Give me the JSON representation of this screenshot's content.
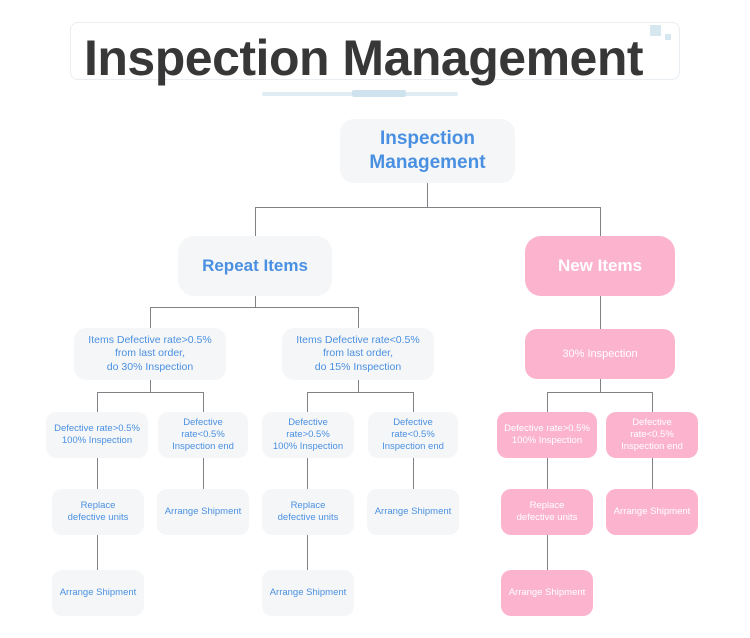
{
  "header": {
    "title": "Inspection Management",
    "decor": {
      "square_large": "decorative-square",
      "square_small": "decorative-square",
      "underline": "underline-accent"
    },
    "accent_color": "#d7e7f0"
  },
  "theme": {
    "gray_node_bg": "#f5f6f7",
    "gray_node_text": "#4a90e2",
    "pink_node_bg": "#fcb4ce",
    "pink_node_text": "#ffffff",
    "connector_color": "#808285",
    "title_color": "#373737"
  },
  "diagram": {
    "root": {
      "label": "Inspection\nManagement",
      "line1": "Inspection",
      "line2": "Management",
      "style": "gray"
    },
    "branches": [
      {
        "id": "repeat-items",
        "label": "Repeat Items",
        "style": "gray",
        "children": [
          {
            "id": "repeat-high-defect",
            "line1": "Items Defective rate>0.5%",
            "line2": "from last order,",
            "line3": "do 30% Inspection",
            "style": "gray",
            "children": [
              {
                "id": "repeat-high-over",
                "line1": "Defective rate>0.5%",
                "line2": "100% Inspection",
                "style": "gray",
                "children": [
                  {
                    "id": "repeat-high-replace",
                    "line1": "Replace",
                    "line2": "defective units",
                    "style": "gray",
                    "children": [
                      {
                        "id": "repeat-high-ship",
                        "line1": "Arrange Shipment",
                        "line2": "",
                        "style": "gray"
                      }
                    ]
                  }
                ]
              },
              {
                "id": "repeat-high-under",
                "line1": "Defective rate<0.5%",
                "line2": "Inspection end",
                "style": "gray",
                "children": [
                  {
                    "id": "repeat-high-end-ship",
                    "line1": "Arrange Shipment",
                    "line2": "",
                    "style": "gray"
                  }
                ]
              }
            ]
          },
          {
            "id": "repeat-low-defect",
            "line1": "Items Defective rate<0.5%",
            "line2": "from last order,",
            "line3": "do 15% Inspection",
            "style": "gray",
            "children": [
              {
                "id": "repeat-low-over",
                "line1": "Defective rate>0.5%",
                "line2": "100% Inspection",
                "style": "gray",
                "children": [
                  {
                    "id": "repeat-low-replace",
                    "line1": "Replace",
                    "line2": "defective units",
                    "style": "gray",
                    "children": [
                      {
                        "id": "repeat-low-ship",
                        "line1": "Arrange Shipment",
                        "line2": "",
                        "style": "gray"
                      }
                    ]
                  }
                ]
              },
              {
                "id": "repeat-low-under",
                "line1": "Defective rate<0.5%",
                "line2": "Inspection end",
                "style": "gray",
                "children": [
                  {
                    "id": "repeat-low-end-ship",
                    "line1": "Arrange Shipment",
                    "line2": "",
                    "style": "gray"
                  }
                ]
              }
            ]
          }
        ]
      },
      {
        "id": "new-items",
        "label": "New Items",
        "style": "pink",
        "children": [
          {
            "id": "new-30-inspection",
            "line1": "30% Inspection",
            "line2": "",
            "line3": "",
            "style": "pink",
            "children": [
              {
                "id": "new-over",
                "line1": "Defective rate>0.5%",
                "line2": "100% Inspection",
                "style": "pink",
                "children": [
                  {
                    "id": "new-replace",
                    "line1": "Replace",
                    "line2": "defective units",
                    "style": "pink",
                    "children": [
                      {
                        "id": "new-ship",
                        "line1": "Arrange Shipment",
                        "line2": "",
                        "style": "pink"
                      }
                    ]
                  }
                ]
              },
              {
                "id": "new-under",
                "line1": "Defective rate<0.5%",
                "line2": "Inspection end",
                "style": "pink",
                "children": [
                  {
                    "id": "new-end-ship",
                    "line1": "Arrange Shipment",
                    "line2": "",
                    "style": "pink"
                  }
                ]
              }
            ]
          }
        ]
      }
    ]
  }
}
